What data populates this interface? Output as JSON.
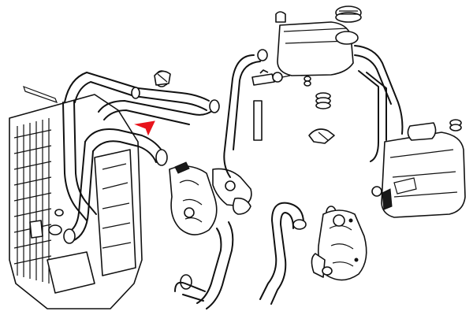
{
  "diagram": {
    "parts": [
      {
        "id": "radiator",
        "icon": "radiator-icon"
      },
      {
        "id": "upper-hose",
        "icon": "hose-icon"
      },
      {
        "id": "lower-hose",
        "icon": "hose-icon"
      },
      {
        "id": "coolant-reservoir",
        "icon": "reservoir-icon"
      },
      {
        "id": "reservoir-cap",
        "icon": "cap-icon"
      },
      {
        "id": "washer-fluid-tank",
        "icon": "tank-icon"
      },
      {
        "id": "thermostat-housing",
        "icon": "housing-icon"
      },
      {
        "id": "water-pump-housing",
        "icon": "pump-icon"
      },
      {
        "id": "hose-clamps",
        "icon": "clamp-icon"
      },
      {
        "id": "rubber-grommets",
        "icon": "grommet-icon"
      },
      {
        "id": "sensor",
        "icon": "sensor-icon"
      }
    ],
    "highlight": {
      "target": "upper-hose",
      "color": "#e8141c",
      "shape": "arrowhead"
    },
    "colors": {
      "line": "#111111",
      "background": "#ffffff",
      "accent": "#e8141c"
    }
  }
}
